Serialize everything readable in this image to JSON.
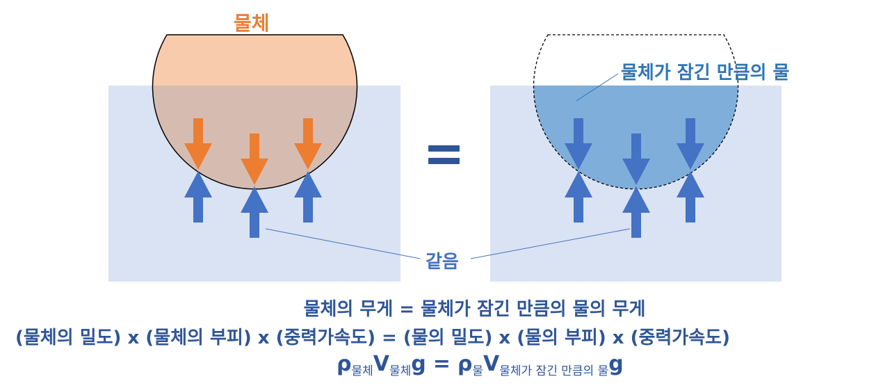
{
  "labels": {
    "object": "물체",
    "displaced_water": "물체가 잠긴 만큼의 물",
    "same": "같음",
    "equals_symbol": "="
  },
  "equations": {
    "weight": "물체의 무게 = 물체가 잠긴 만큼의 물의 무게",
    "expanded": "(물체의 밀도) x (물체의 부피) x (중력가속도) = (물의 밀도) x (물의 부피) x (중력가속도)",
    "symbolic": {
      "lhs_rho": "ρ",
      "lhs_rho_sub": "물체",
      "lhs_v": "V",
      "lhs_v_sub": "물체",
      "lhs_g": "g",
      "equals": "=",
      "rhs_rho": "ρ",
      "rhs_rho_sub": "물",
      "rhs_v": "V",
      "rhs_v_sub": "물체가 잠긴 만큼의 물",
      "rhs_g": "g"
    }
  },
  "colors": {
    "water": "#DAE3F3",
    "object_fill": "#F8CBAD",
    "submerged_fill": "#D6BCB0",
    "displaced_fill": "#7FAEDB",
    "orange_arrow": "#ED7D31",
    "blue_arrow": "#4472C4",
    "equals_bar": "#2F5597"
  }
}
